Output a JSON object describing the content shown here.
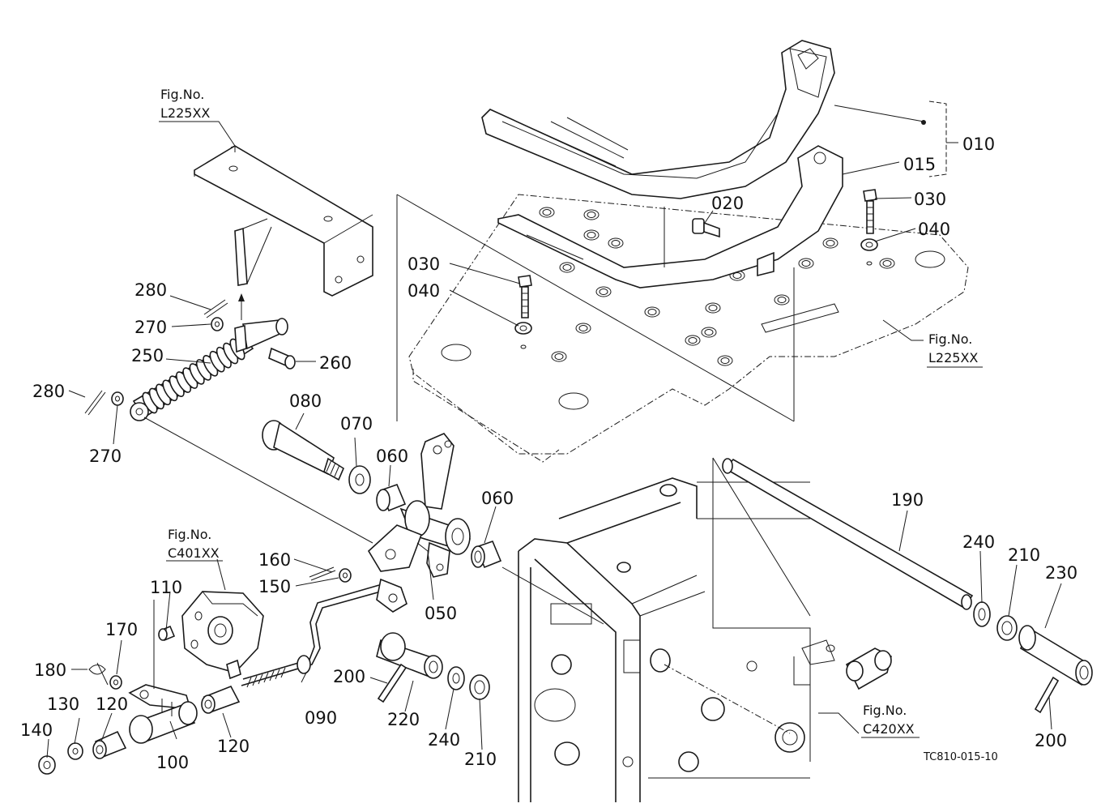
{
  "drawing_code": "TC810-015-10",
  "fig_refs": {
    "top_left": {
      "line1": "Fig.No.",
      "line2": "L225XX"
    },
    "right": {
      "line1": "Fig.No.",
      "line2": "L225XX"
    },
    "left_mid": {
      "line1": "Fig.No.",
      "line2": "C401XX"
    },
    "bottom_right": {
      "line1": "Fig.No.",
      "line2": "C420XX"
    }
  },
  "callouts": {
    "c010": "010",
    "c015": "015",
    "c020": "020",
    "c030a": "030",
    "c040a": "040",
    "c030b": "030",
    "c040b": "040",
    "c050": "050",
    "c060a": "060",
    "c060b": "060",
    "c070": "070",
    "c080": "080",
    "c090": "090",
    "c100": "100",
    "c110": "110",
    "c120a": "120",
    "c120b": "120",
    "c130": "130",
    "c140": "140",
    "c150": "150",
    "c160": "160",
    "c170": "170",
    "c180": "180",
    "c190": "190",
    "c200a": "200",
    "c200b": "200",
    "c210a": "210",
    "c210b": "210",
    "c220": "220",
    "c230": "230",
    "c240a": "240",
    "c240b": "240",
    "c250": "250",
    "c260": "260",
    "c270a": "270",
    "c270b": "270",
    "c280a": "280",
    "c280b": "280"
  }
}
